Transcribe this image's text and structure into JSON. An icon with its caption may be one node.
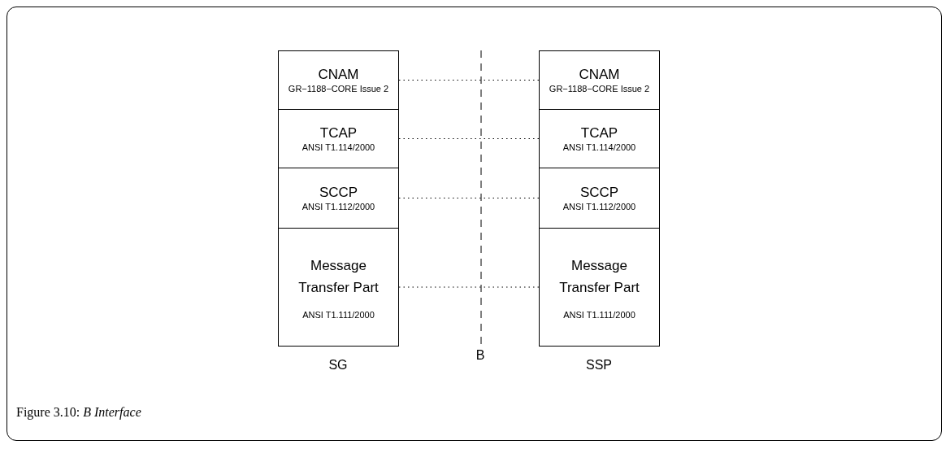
{
  "diagram": {
    "caption": "Figure 3.10: *B Interface*",
    "nodes": [
      {
        "text": [
          "CNAM",
          "GR−1188−CORE Issue 2"
        ]
      },
      {
        "text": [
          "TCAP",
          "ANSI T1.114/2000"
        ]
      },
      {
        "text": [
          "SCCP",
          "ANSI T1.112/2000"
        ]
      },
      {
        "text": [
          "Message Transfer Part",
          "ANSI T1.111/2000"
        ]
      },
      {
        "text": [
          "CNAM",
          "GR−1188−CORE Issue 2"
        ]
      },
      {
        "text": [
          "TCAP",
          "ANSI T1.114/2000"
        ]
      },
      {
        "text": [
          "SCCP",
          "ANSI T1.112/2000"
        ]
      },
      {
        "text": [
          "Message Transfer Part",
          "ANSI T1.111/2000"
        ]
      }
    ],
    "edges": [
      {
        "from": 0,
        "to": 4,
        "arrow": "none"
      },
      {
        "from": 1,
        "to": 5,
        "arrow": "none"
      },
      {
        "from": 2,
        "to": 6,
        "arrow": "none"
      },
      {
        "from": 3,
        "to": 7,
        "arrow": "none"
      }
    ],
    "labels": [
      "B",
      "SG",
      "SSP"
    ]
  }
}
